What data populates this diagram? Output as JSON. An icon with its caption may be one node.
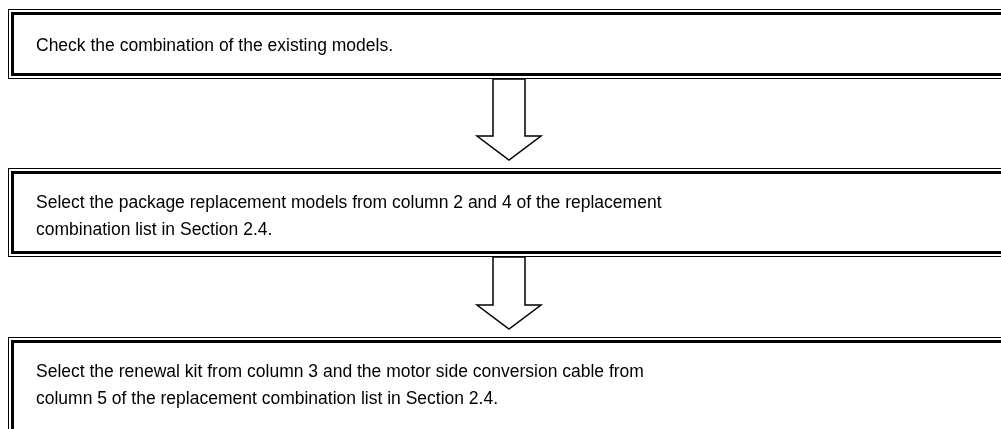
{
  "diagram": {
    "nodes": [
      {
        "text": [
          "Check the combination of the existing models."
        ]
      },
      {
        "text": [
          "Select the package replacement models from column 2 and 4 of the replacement combination list in Section 2.4."
        ]
      },
      {
        "text": [
          "Select the renewal kit from column 3 and the motor side conversion cable from column 5 of the replacement combination list in Section 2.4."
        ]
      }
    ],
    "edges": [
      {
        "from": 0,
        "to": 1,
        "arrow": "to"
      },
      {
        "from": 1,
        "to": 2,
        "arrow": "to"
      }
    ]
  }
}
